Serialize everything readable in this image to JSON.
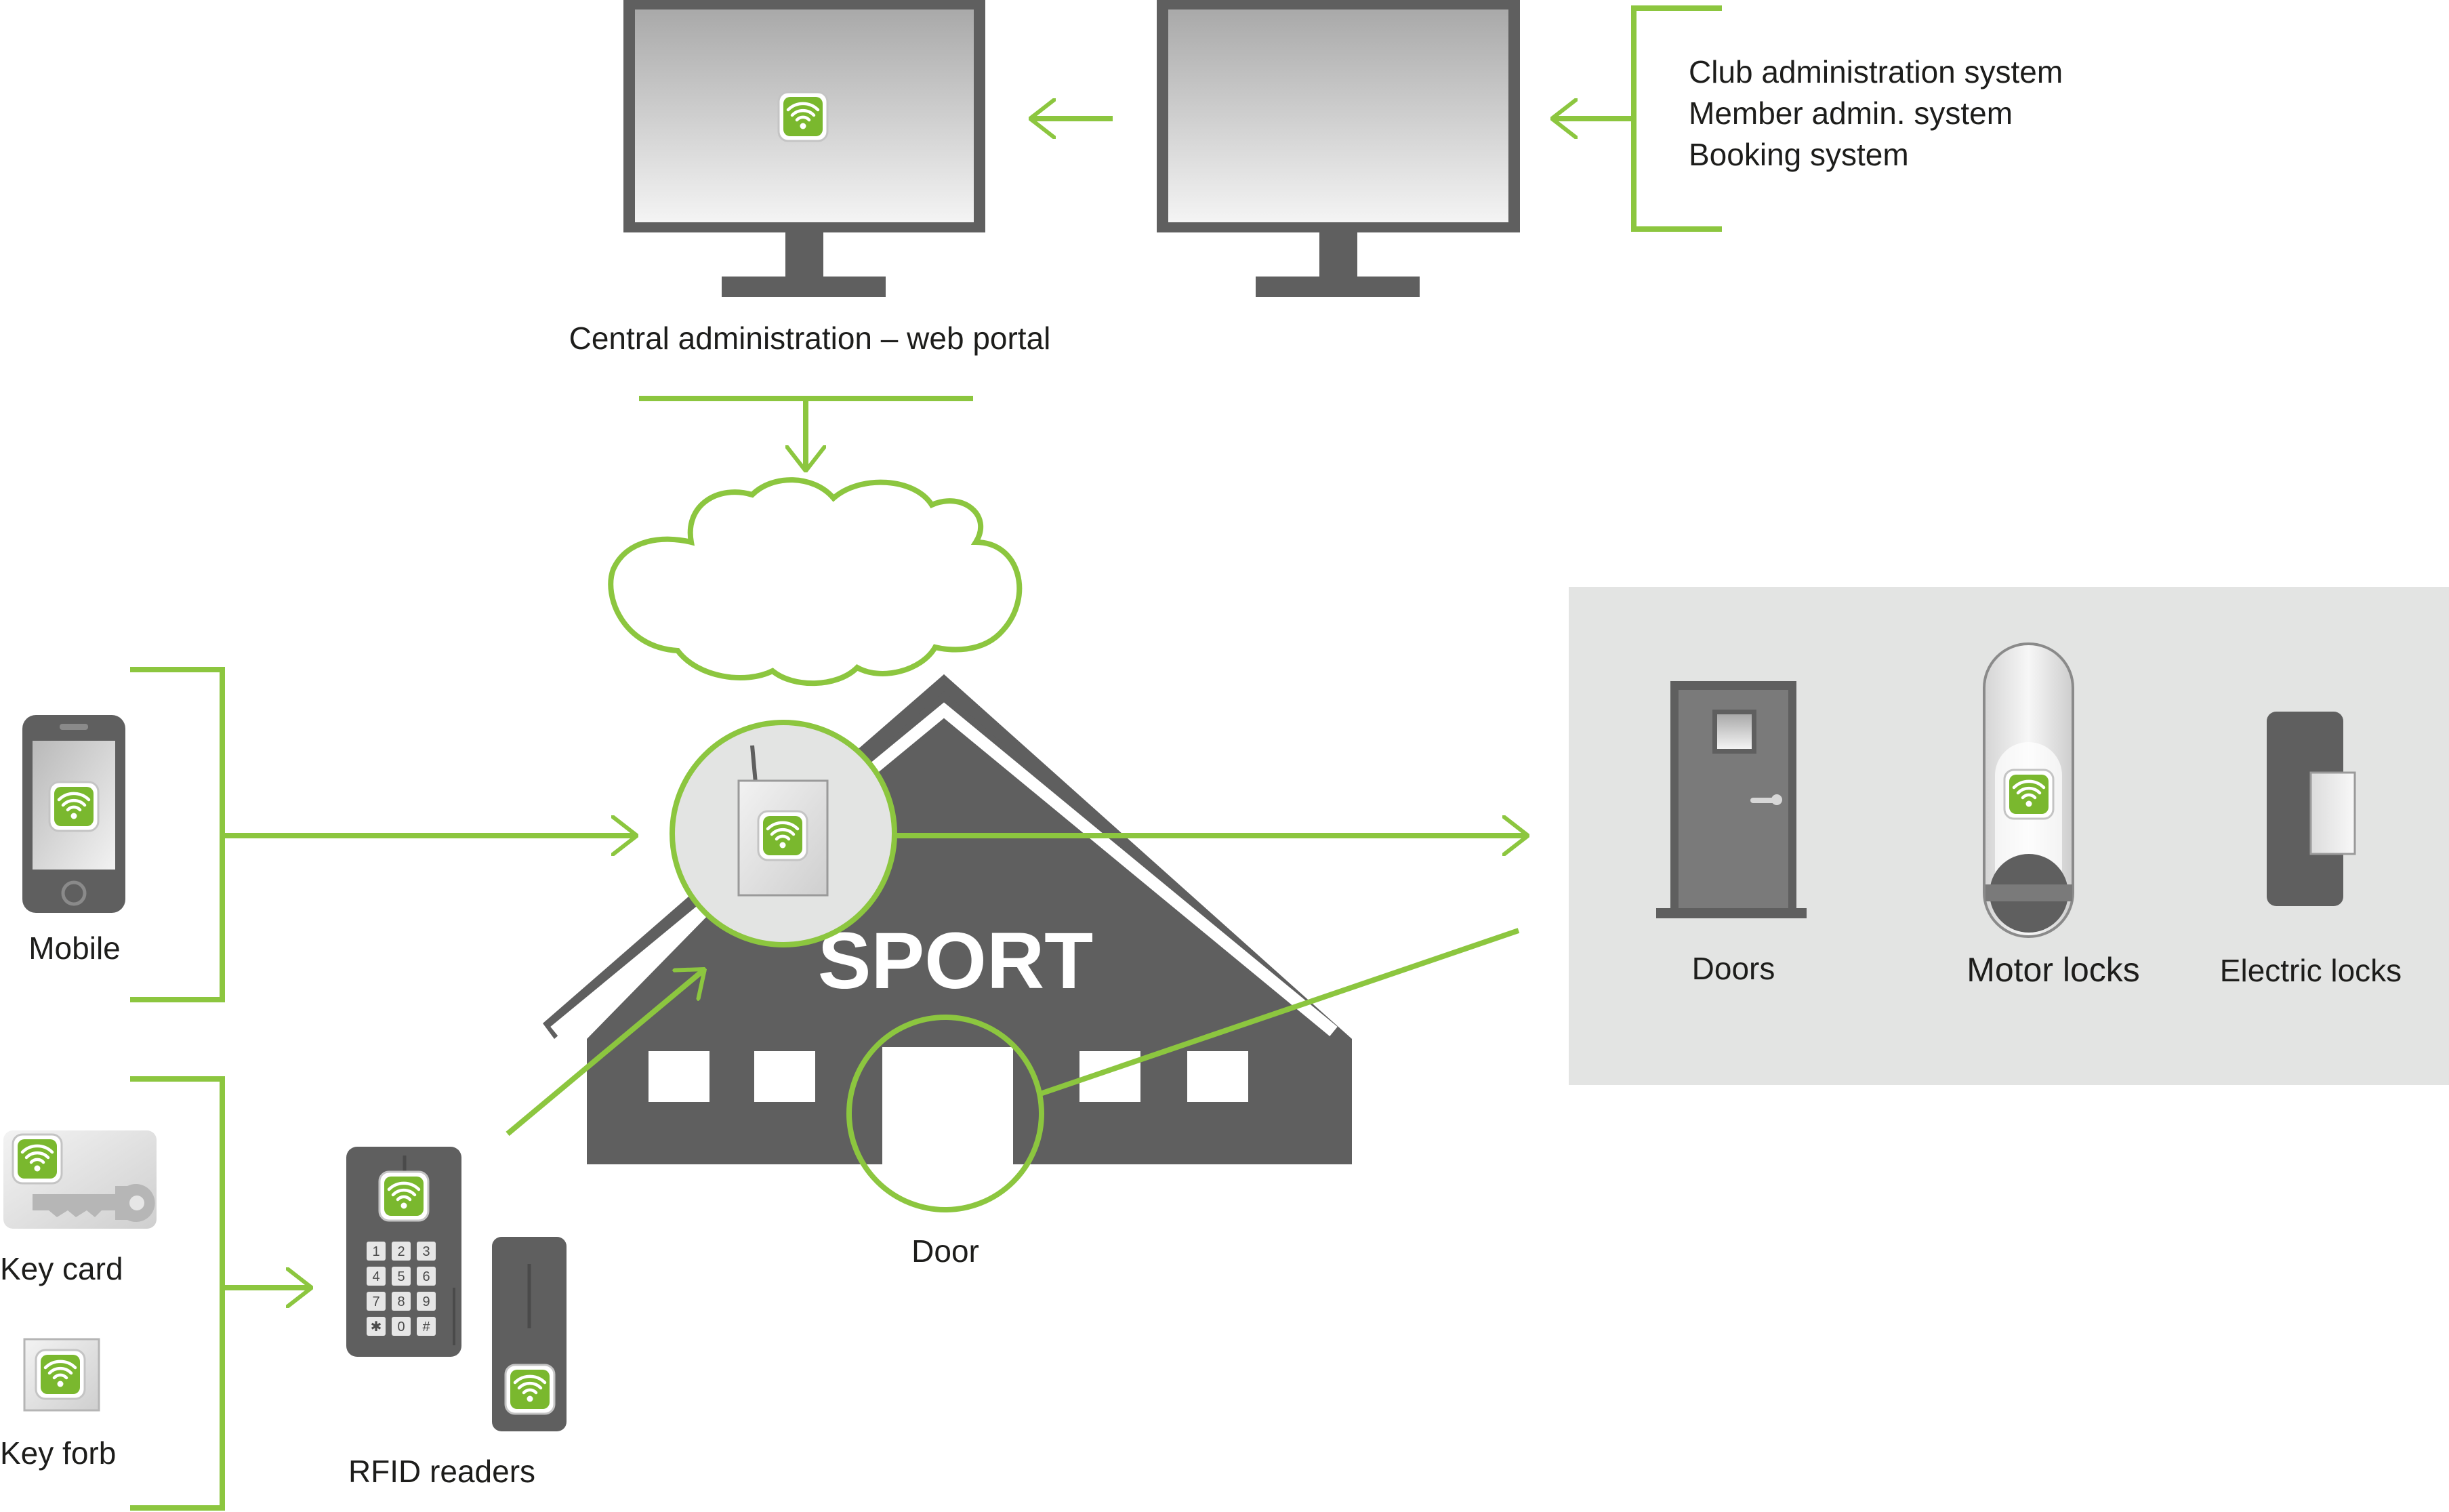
{
  "labels": {
    "central_admin": "Central administration – web portal",
    "systems": [
      "Club administration system",
      "Member admin. system",
      "Booking system"
    ],
    "building_sign": "SPORT",
    "mobile": "Mobile",
    "key_card": "Key card",
    "key_fob": "Key forb",
    "rfid_readers": "RFID readers",
    "door": "Door",
    "doors": "Doors",
    "motor_locks": "Motor locks",
    "electric_locks": "Electric locks"
  },
  "keypad_keys": [
    "1",
    "2",
    "3",
    "4",
    "5",
    "6",
    "7",
    "8",
    "9",
    "✱",
    "0",
    "#"
  ],
  "colors": {
    "accent_green": "#8cc63f",
    "badge_green": "#7ab82e",
    "dark_gray": "#5f5f5f",
    "panel_gray": "#e3e4e3",
    "text": "#1d1d1b"
  },
  "icons": {
    "wireless_badge": "nfc-wireless-icon",
    "cloud": "cloud-icon"
  }
}
